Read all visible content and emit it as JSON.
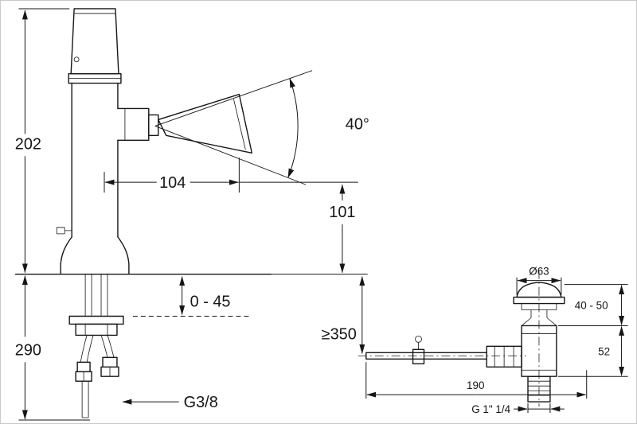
{
  "page": {
    "background": "#ffffff",
    "border_color": "#c9c9c9",
    "line_color": "#161616"
  },
  "drawing": {
    "type": "installation-dimension-drawing",
    "subject": "single-lever-basin-mixer-with-popup-drain",
    "labels": {
      "height_above_deck": "202",
      "spout_reach": "104",
      "handle_swivel_angle": "40°",
      "spout_height": "101",
      "deck_thickness_range": "0 - 45",
      "height_below_deck": "290",
      "min_hose_clearance": "≥350",
      "supply_connection": "G3/8",
      "drain_flange_diameter": "Ø63",
      "drain_flange_height_range": "40 - 50",
      "drain_body_height": "52",
      "popup_rod_length": "190",
      "drain_connection": "G 1\" 1/4"
    }
  }
}
